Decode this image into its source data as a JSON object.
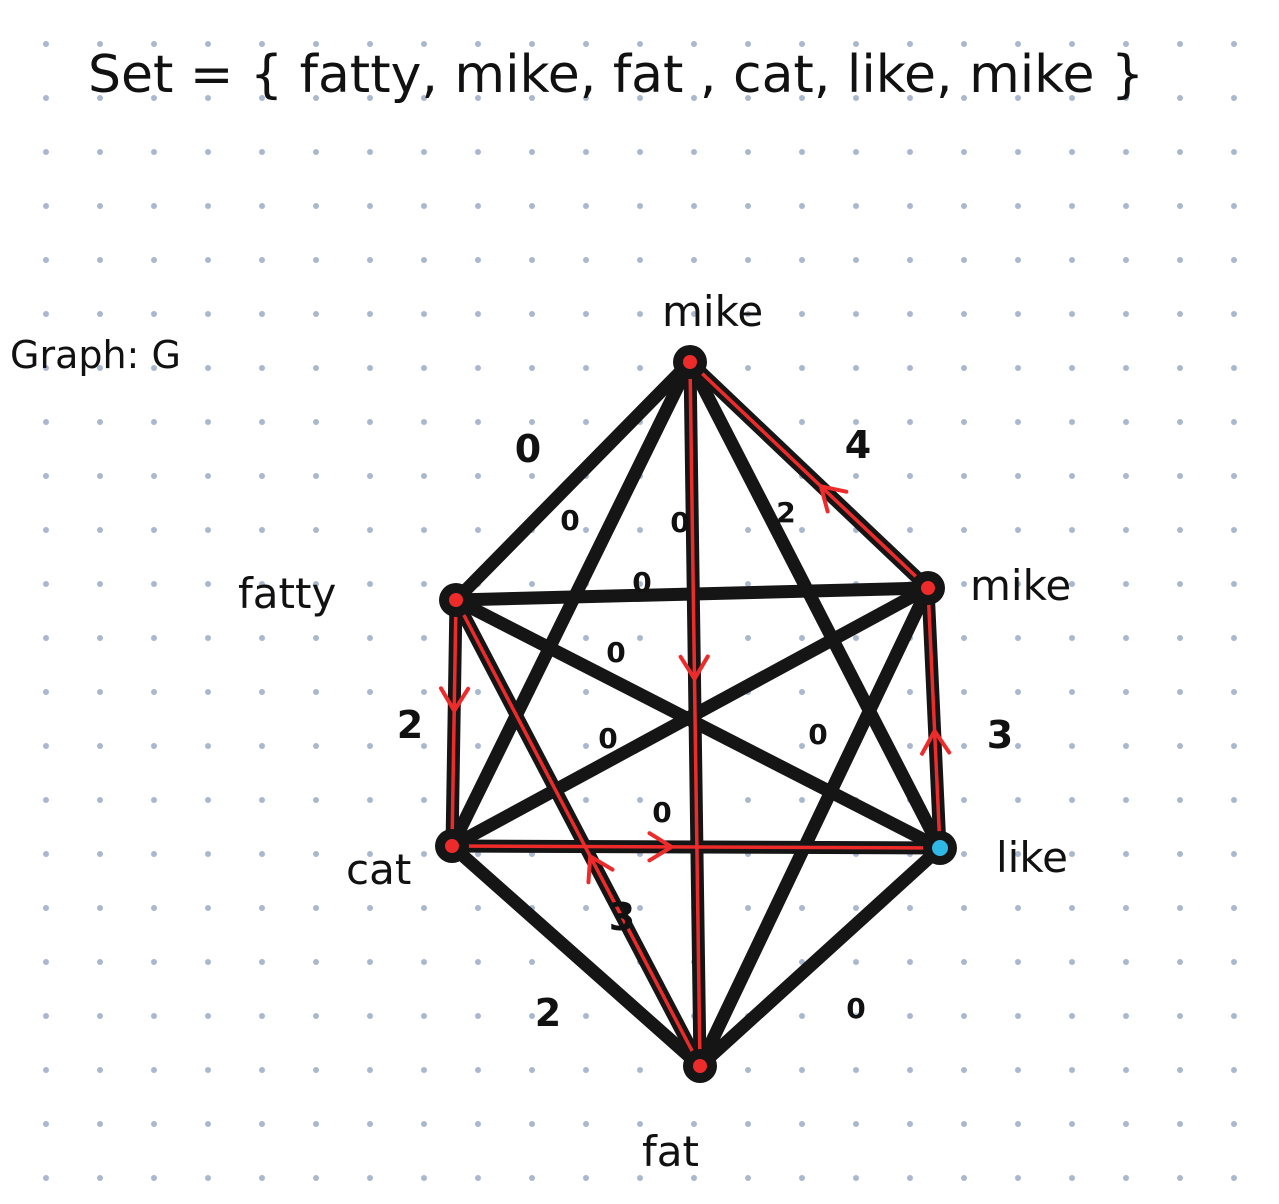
{
  "title": "Set = { fatty, mike, fat , cat, like, mike }",
  "graph_label": "Graph: G",
  "colors": {
    "background": "#ffffff",
    "grid_dot": "#aab8cf",
    "edge": "#151515",
    "path": "#ee2b2b",
    "start_marker": "#2fb8e6"
  },
  "nodes": [
    {
      "id": "mike_top",
      "label": "mike"
    },
    {
      "id": "fatty",
      "label": "fatty"
    },
    {
      "id": "mike_right",
      "label": "mike"
    },
    {
      "id": "cat",
      "label": "cat"
    },
    {
      "id": "like",
      "label": "like"
    },
    {
      "id": "fat",
      "label": "fat"
    }
  ],
  "edges": [
    {
      "from": "mike_top",
      "to": "fatty",
      "weight": "0"
    },
    {
      "from": "mike_top",
      "to": "mike_right",
      "weight": "4"
    },
    {
      "from": "mike_top",
      "to": "cat",
      "weight": "0"
    },
    {
      "from": "mike_top",
      "to": "fat",
      "weight": "0"
    },
    {
      "from": "mike_top",
      "to": "like",
      "weight": "2"
    },
    {
      "from": "fatty",
      "to": "mike_right",
      "weight": "0"
    },
    {
      "from": "fatty",
      "to": "cat",
      "weight": "2"
    },
    {
      "from": "fatty",
      "to": "like",
      "weight": "0"
    },
    {
      "from": "fatty",
      "to": "fat",
      "weight": "3"
    },
    {
      "from": "mike_right",
      "to": "cat",
      "weight": "0"
    },
    {
      "from": "mike_right",
      "to": "like",
      "weight": "3"
    },
    {
      "from": "mike_right",
      "to": "fat",
      "weight": "0"
    },
    {
      "from": "cat",
      "to": "like",
      "weight": "0"
    },
    {
      "from": "cat",
      "to": "fat",
      "weight": "2"
    },
    {
      "from": "like",
      "to": "fat",
      "weight": "0"
    }
  ],
  "highlighted_path": [
    "like",
    "mike_right",
    "mike_top",
    "fat",
    "fatty",
    "cat",
    "like"
  ],
  "start_node": "like"
}
